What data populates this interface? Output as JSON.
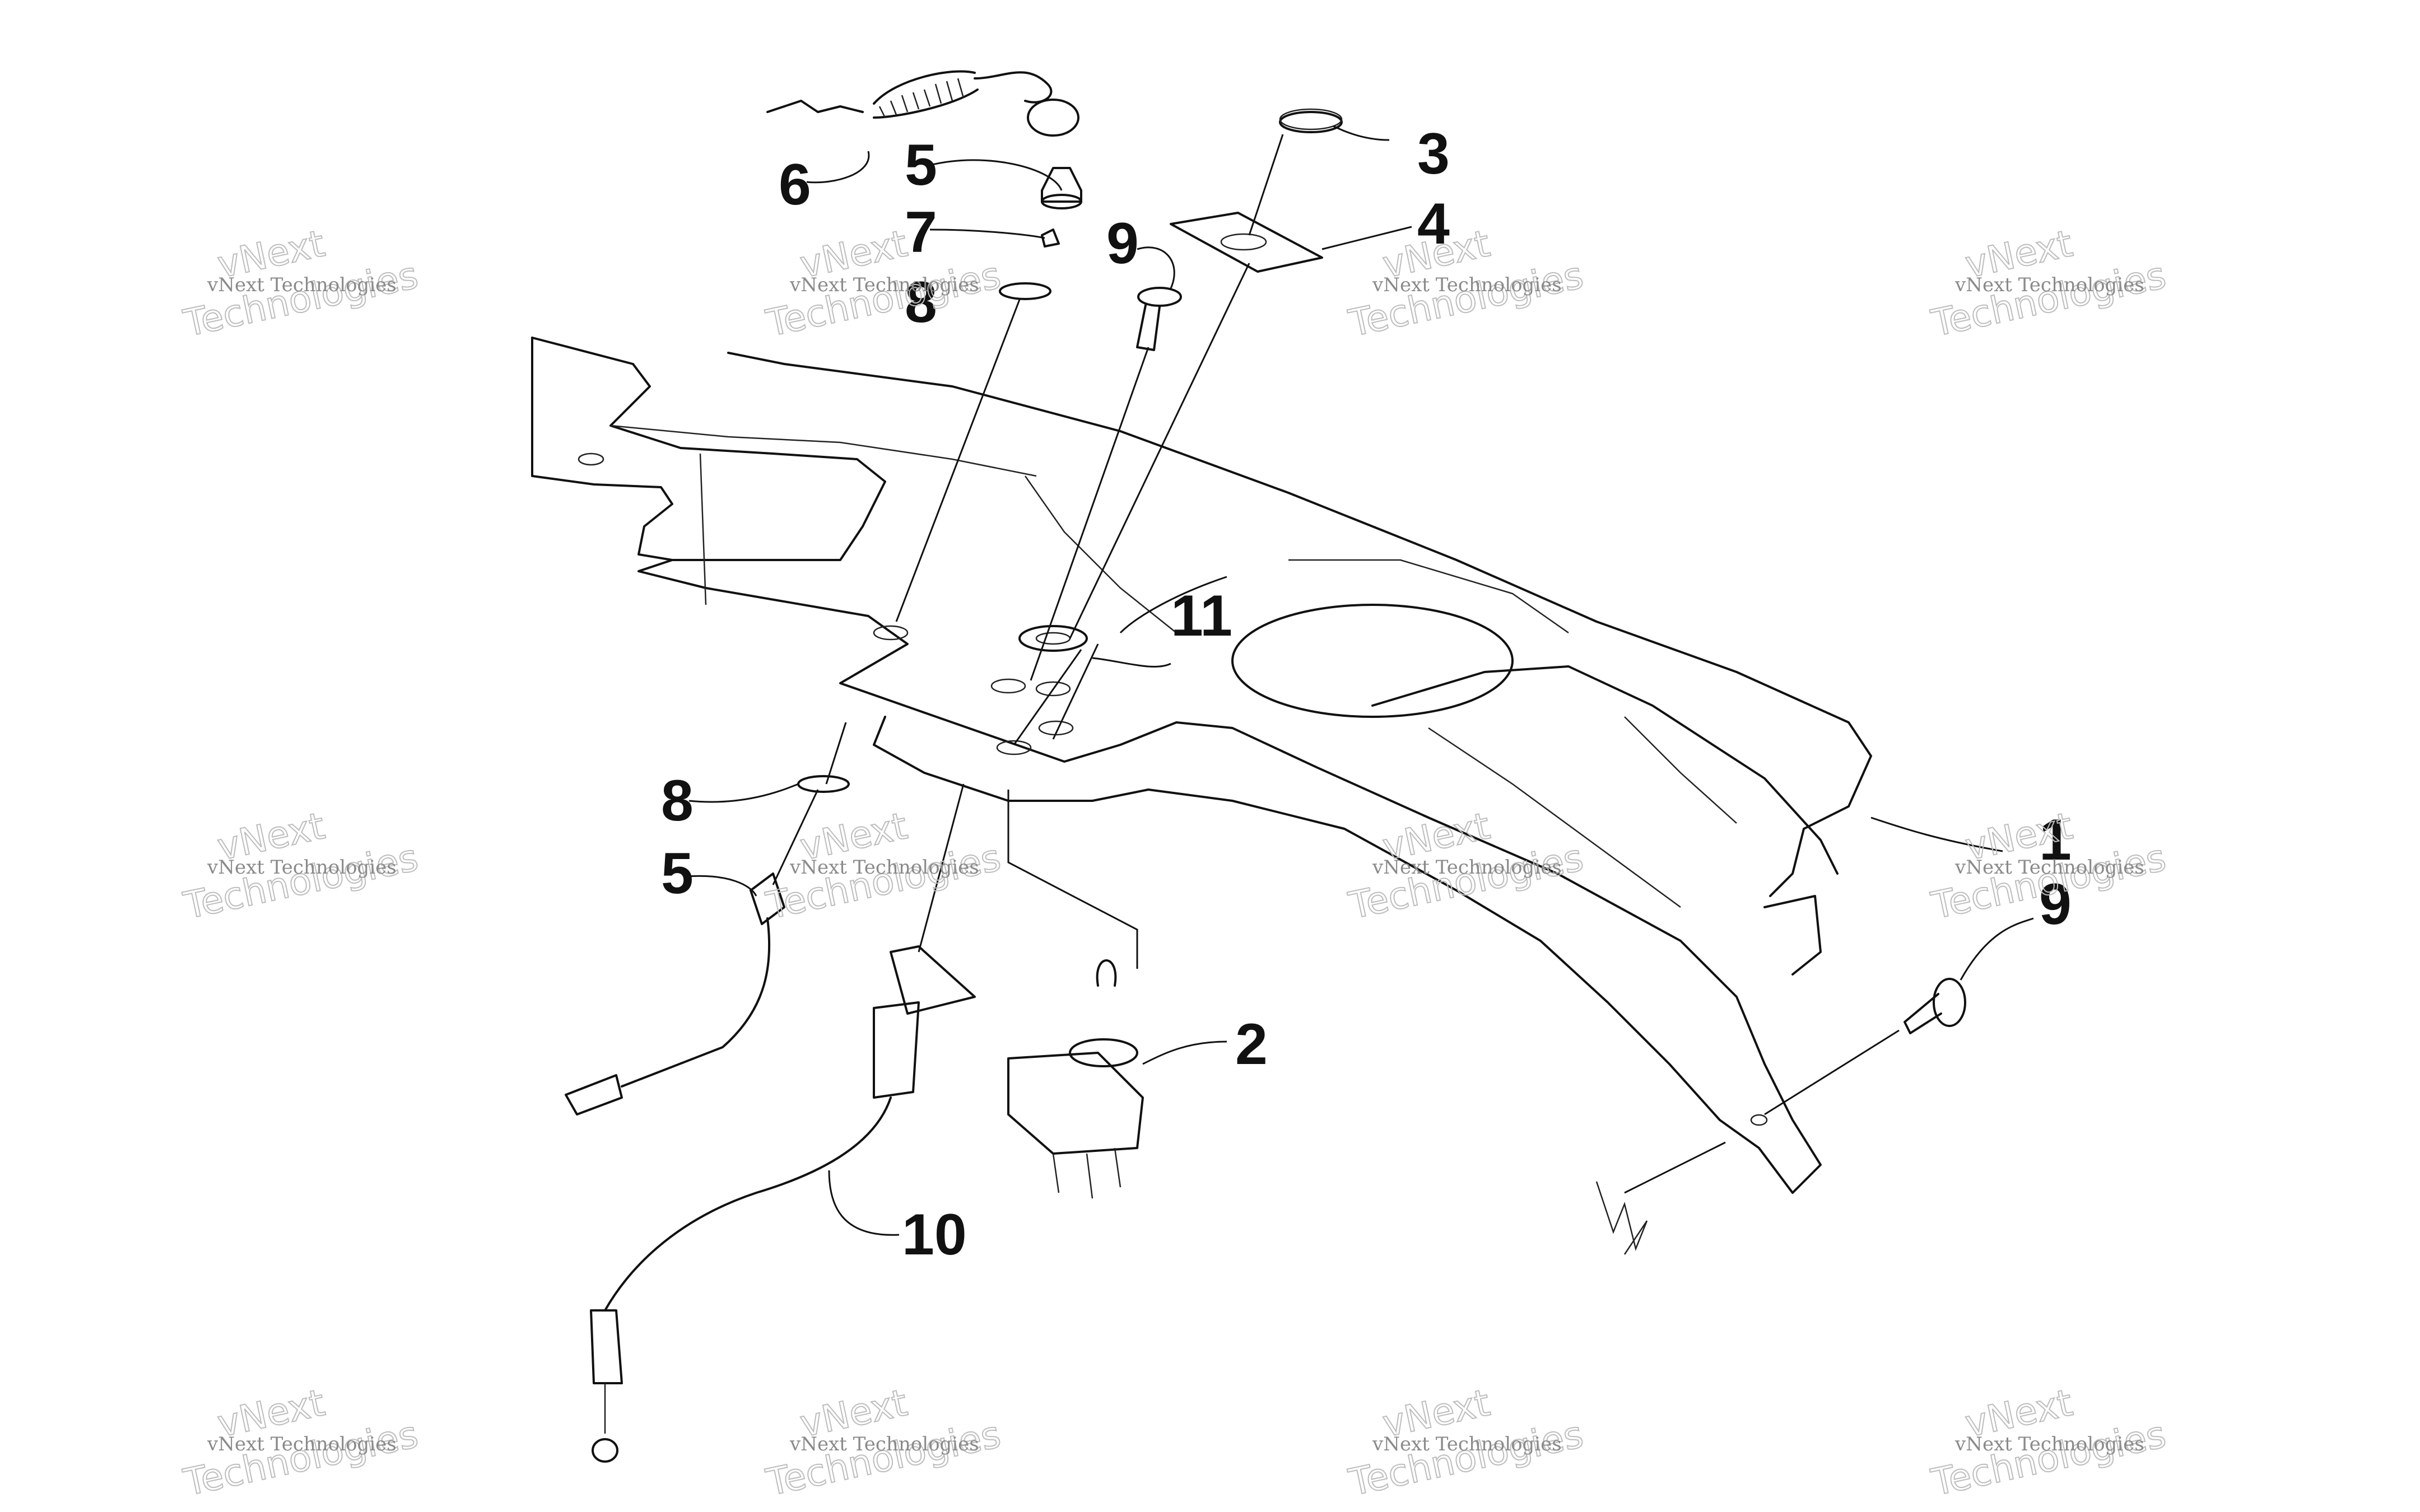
{
  "callouts": {
    "c1": "1",
    "c2": "2",
    "c3": "3",
    "c4": "4",
    "c5a": "5",
    "c5b": "5",
    "c6": "6",
    "c7": "7",
    "c8a": "8",
    "c8b": "8",
    "c9a": "9",
    "c9b": "9",
    "c10": "10",
    "c11": "11"
  },
  "watermark": {
    "line": "vNext Technologies",
    "word1": "vNext",
    "word2": "Technologies"
  }
}
